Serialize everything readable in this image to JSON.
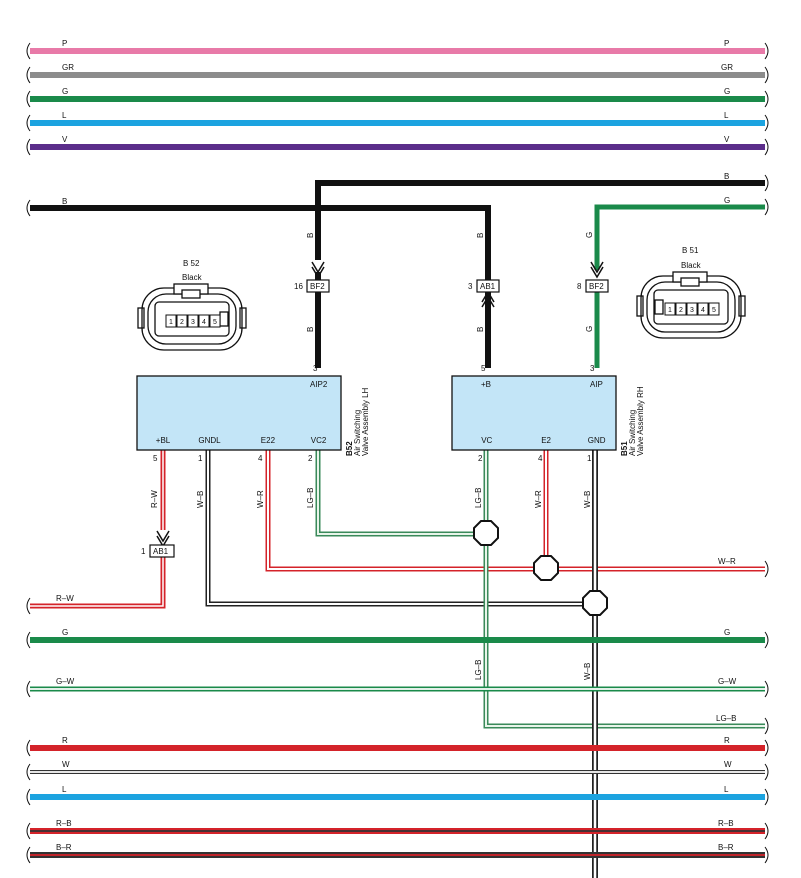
{
  "top_buses": [
    {
      "name": "P",
      "color": "#e87aa8"
    },
    {
      "name": "GR",
      "color": "#8c8c8c"
    },
    {
      "name": "G",
      "color": "#1a8a4a"
    },
    {
      "name": "L",
      "color": "#1ca3e0"
    },
    {
      "name": "V",
      "color": "#5b2d8a"
    }
  ],
  "wires": {
    "b_top_right": "B",
    "b_left": "B",
    "g_right": "G",
    "b_vert1_upper": "B",
    "b_vert1_lower": "B",
    "b_vert2_upper": "B",
    "b_vert2_lower": "B",
    "g_vert_upper": "G",
    "g_vert_lower": "G"
  },
  "connectors": {
    "bf2_left": {
      "pin": "16",
      "name": "BF2"
    },
    "ab1_mid": {
      "pin": "3",
      "name": "AB1"
    },
    "bf2_right": {
      "pin": "8",
      "name": "BF2"
    },
    "ab1_low": {
      "pin": "1",
      "name": "AB1"
    }
  },
  "plugs": {
    "b52": {
      "id": "B 52",
      "color": "Black",
      "pins": [
        "1",
        "2",
        "3",
        "4",
        "5"
      ]
    },
    "b51": {
      "id": "B 51",
      "color": "Black",
      "pins": [
        "1",
        "2",
        "3",
        "4",
        "5"
      ]
    }
  },
  "components": {
    "lh": {
      "code": "B52",
      "name_line1": "Air Switching",
      "name_line2": "Valve Assembly LH",
      "top_pin_no": "3",
      "top_pin": "AIP2",
      "bottom_pins": [
        {
          "no": "5",
          "name": "+BL"
        },
        {
          "no": "1",
          "name": "GNDL"
        },
        {
          "no": "4",
          "name": "E22"
        },
        {
          "no": "2",
          "name": "VC2"
        }
      ]
    },
    "rh": {
      "code": "B51",
      "name_line1": "Air Switching",
      "name_line2": "Valve Assembly RH",
      "top_pins": [
        {
          "no": "5",
          "name": "+B"
        },
        {
          "no": "3",
          "name": "AIP"
        }
      ],
      "bottom_pins": [
        {
          "no": "2",
          "name": "VC"
        },
        {
          "no": "4",
          "name": "E2"
        },
        {
          "no": "1",
          "name": "GND"
        }
      ]
    }
  },
  "vertical_wire_labels": {
    "rw": "R–W",
    "wb_left": "W–B",
    "wr_left": "W–R",
    "lgb_left": "LG–B",
    "lgb_mid": "LG–B",
    "wr_mid": "W–R",
    "wb_mid": "W–B",
    "lgb_low": "LG–B",
    "wb_low": "W–B"
  },
  "lower_buses": {
    "wr_right": "W–R",
    "rw_left": "R–W",
    "g": "G",
    "gw": "G–W",
    "lgb_right": "LG–B",
    "r": "R",
    "w": "W",
    "l": "L",
    "rb": "R–B",
    "br": "B–R"
  }
}
